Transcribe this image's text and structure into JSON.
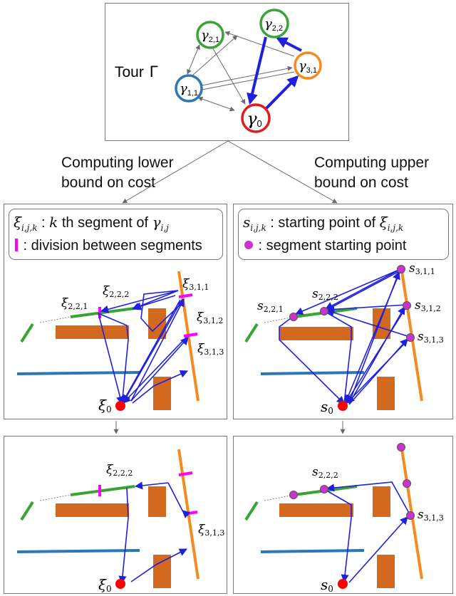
{
  "tour": {
    "label_text": "Tour",
    "label_symbol": "Γ",
    "nodes": {
      "g0": {
        "name": "γ",
        "sub": "0",
        "color": "#e31a1c"
      },
      "g11": {
        "name": "γ",
        "sub": "1,1",
        "color": "#2b78b8"
      },
      "g21": {
        "name": "γ",
        "sub": "2,1",
        "color": "#3aa335"
      },
      "g22": {
        "name": "γ",
        "sub": "2,2",
        "color": "#3aa335"
      },
      "g31": {
        "name": "γ",
        "sub": "3,1",
        "color": "#f58a1f"
      }
    }
  },
  "captions": {
    "lower": [
      "Computing lower",
      "bound on cost"
    ],
    "upper": [
      "Computing upper",
      "bound on cost"
    ]
  },
  "legend_left": {
    "line1_symbol": "ξ",
    "line1_sub": "i,j,k",
    "line1_text_a": " : ",
    "line1_k": "k",
    "line1_text_b": " th segment of ",
    "line1_gamma": "γ",
    "line1_gamma_sub": "i,j",
    "line2_text": " : division between segments"
  },
  "legend_right": {
    "line1_symbol": "s",
    "line1_sub": "i,j,k",
    "line1_text": " : starting point of ",
    "line1_xi": "ξ",
    "line1_xi_sub": "i,j,k",
    "line2_text": " : segment starting point"
  },
  "labels": {
    "xi": "ξ",
    "s": "s",
    "sub_221": "2,2,1",
    "sub_222": "2,2,2",
    "sub_311": "3,1,1",
    "sub_312": "3,1,2",
    "sub_313": "3,1,3",
    "sub_0": "0"
  },
  "colors": {
    "edge_blue": "#1f1fe0",
    "obstacle": "#d2691e",
    "division": "#ff00ff",
    "start_point": "#cc33cc",
    "goal": "#ff0000",
    "green_seg": "#3aa335",
    "blue_seg": "#2b78b8",
    "orange_seg": "#f58a1f"
  }
}
